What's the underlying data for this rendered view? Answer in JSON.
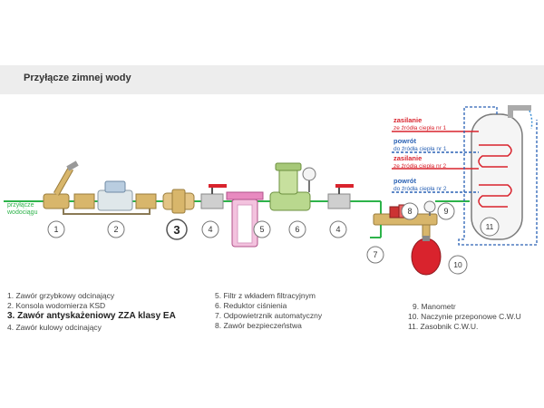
{
  "title": "Przyłącze zimnej wody",
  "inlet_label": [
    "przyłącze",
    "wodociągu"
  ],
  "callouts": [
    "1",
    "2",
    "3",
    "4",
    "5",
    "6",
    "4",
    "7",
    "8",
    "9",
    "10",
    "11"
  ],
  "supply_labels": [
    {
      "line1": "zasilanie",
      "line2": "ze źródła ciepła nr 1"
    },
    {
      "line1": "powrót",
      "line2": "do źródła ciepła nr 1"
    },
    {
      "line1": "zasilanie",
      "line2": "ze źródła ciepła nr 2"
    },
    {
      "line1": "powrót",
      "line2": "do źródła ciepła nr 2"
    }
  ],
  "legend": [
    "1.  Zawór grzybkowy odcinający",
    "2.  Konsola wodomierza KSD",
    "3. Zawór antyskażeniowy ZZA klasy EA",
    "4.  Zawór kulowy odcinający",
    "5.  Filtr z wkładem filtracyjnym",
    "6.  Reduktor ciśnienia",
    "7.  Odpowietrznik automatyczny",
    "8.  Zawór bezpieczeństwa",
    "9.  Manometr",
    "10.  Naczynie przeponowe C.W.U",
    "11.  Zasobnik C.W.U."
  ],
  "colors": {
    "cold_water": "#2db34a",
    "supply": "#d9232d",
    "return": "#2a62b5",
    "brass": "#d8b66b",
    "pink": "#e88ac0"
  }
}
